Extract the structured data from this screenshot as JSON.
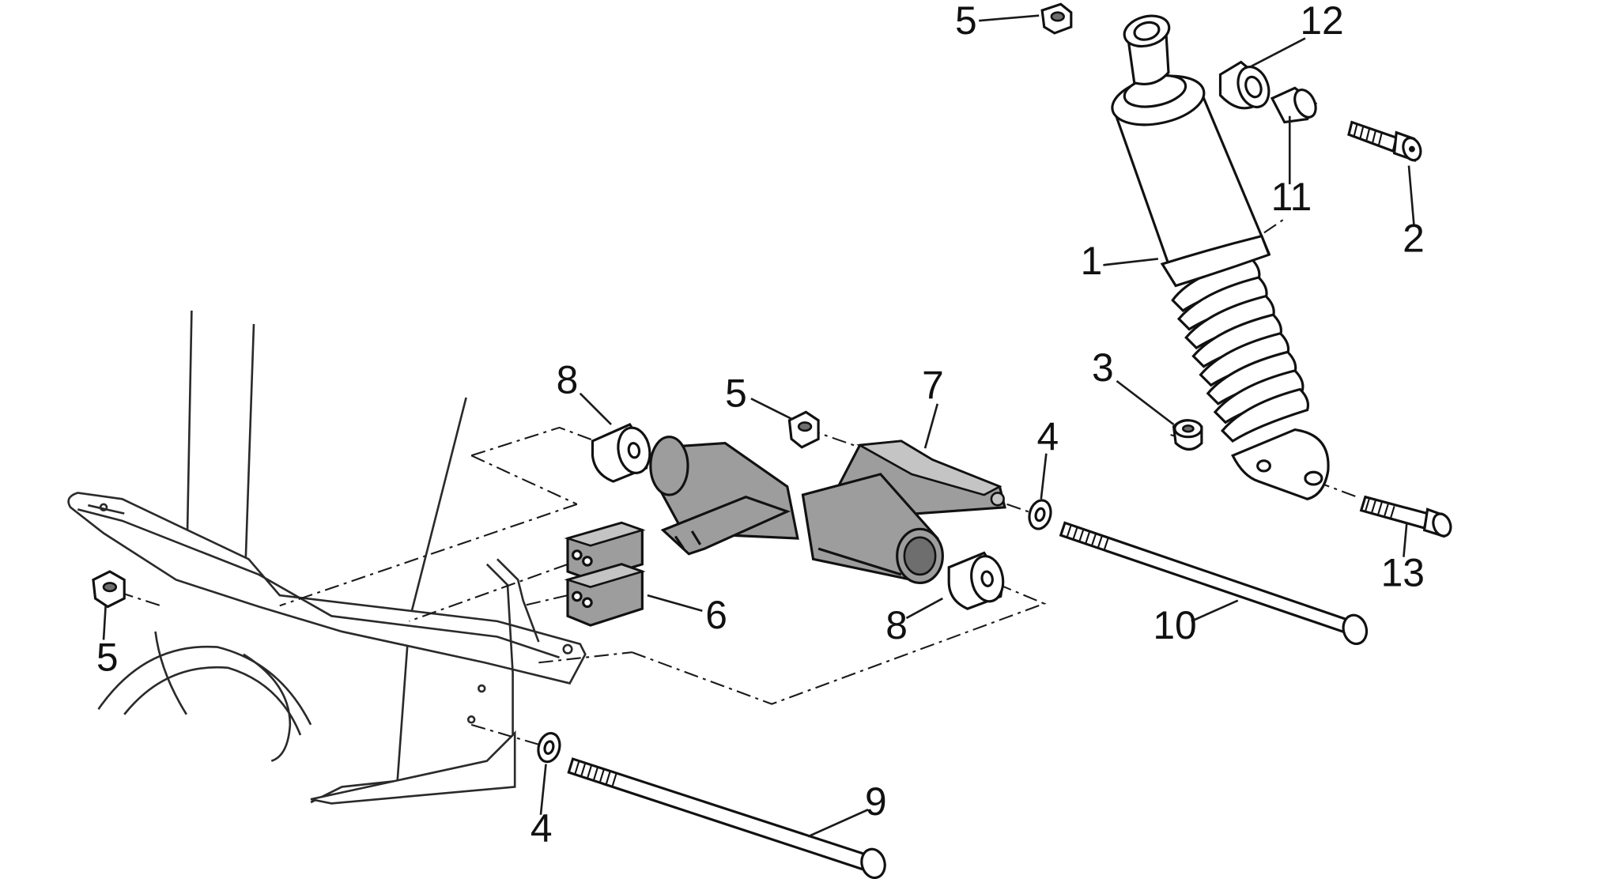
{
  "diagram": {
    "callouts": [
      {
        "id": "c5-top",
        "text": "5"
      },
      {
        "id": "c12",
        "text": "12"
      },
      {
        "id": "c11",
        "text": "11"
      },
      {
        "id": "c2",
        "text": "2"
      },
      {
        "id": "c1",
        "text": "1"
      },
      {
        "id": "c3",
        "text": "3"
      },
      {
        "id": "c4-right",
        "text": "4"
      },
      {
        "id": "c13",
        "text": "13"
      },
      {
        "id": "c10",
        "text": "10"
      },
      {
        "id": "c7",
        "text": "7"
      },
      {
        "id": "c5-mid",
        "text": "5"
      },
      {
        "id": "c8-left",
        "text": "8"
      },
      {
        "id": "c8-right",
        "text": "8"
      },
      {
        "id": "c6",
        "text": "6"
      },
      {
        "id": "c5-left",
        "text": "5"
      },
      {
        "id": "c4-left",
        "text": "4"
      },
      {
        "id": "c9",
        "text": "9"
      }
    ],
    "parts": [
      {
        "number": "1",
        "name": "shock-absorber"
      },
      {
        "number": "2",
        "name": "upper-screw"
      },
      {
        "number": "3",
        "name": "lower-bushing"
      },
      {
        "number": "4",
        "name": "washer"
      },
      {
        "number": "5",
        "name": "nut"
      },
      {
        "number": "6",
        "name": "rubber-block"
      },
      {
        "number": "7",
        "name": "swingarm-link"
      },
      {
        "number": "8",
        "name": "bushing"
      },
      {
        "number": "9",
        "name": "long-bolt"
      },
      {
        "number": "10",
        "name": "link-bolt"
      },
      {
        "number": "11",
        "name": "spacer"
      },
      {
        "number": "12",
        "name": "upper-bushing"
      },
      {
        "number": "13",
        "name": "lower-screw"
      }
    ]
  }
}
